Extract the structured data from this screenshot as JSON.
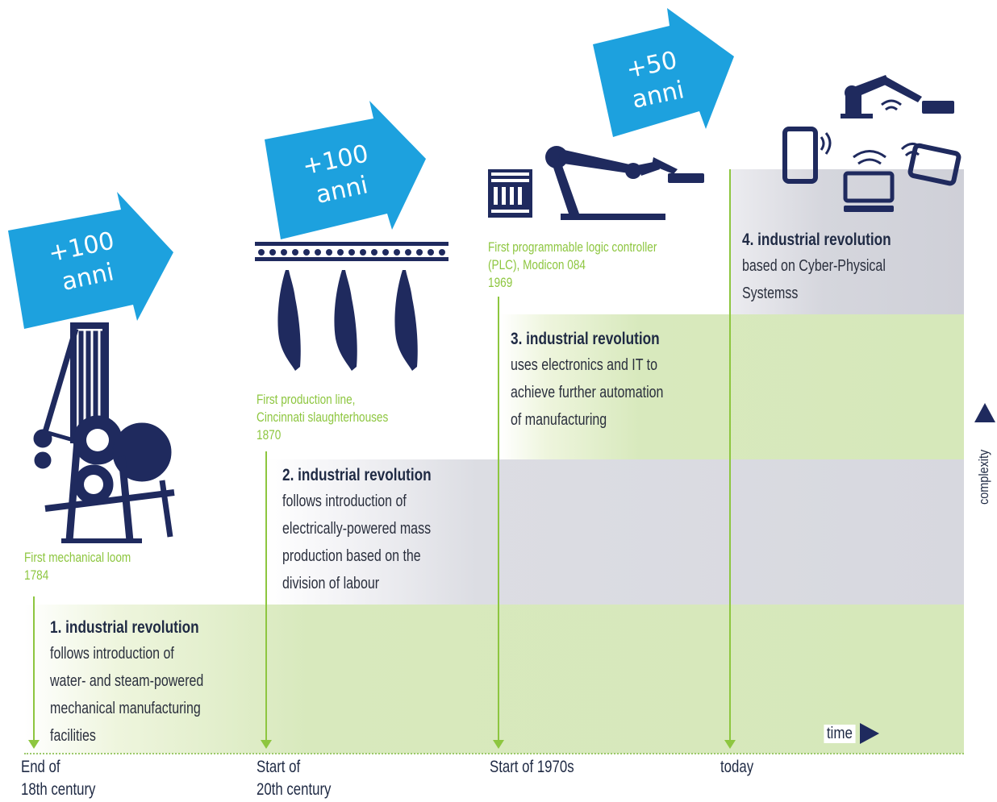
{
  "arrows": [
    {
      "label": "+100\nanni"
    },
    {
      "label": "+100\nanni"
    },
    {
      "label": "+50\nanni"
    }
  ],
  "revolutions": [
    {
      "title": "1. industrial revolution",
      "desc": "follows introduction of\nwater- and steam-powered\nmechanical manufacturing\nfacilities"
    },
    {
      "title": "2. industrial revolution",
      "desc": "follows introduction of\nelectrically-powered mass\nproduction based on the\ndivision of labour"
    },
    {
      "title": "3. industrial revolution",
      "desc": "uses electronics and IT to\nachieve further automation\nof manufacturing"
    },
    {
      "title": "4. industrial revolution",
      "desc": "based on Cyber-Physical\nSystemss"
    }
  ],
  "milestones": [
    {
      "note": "First mechanical loom\n1784"
    },
    {
      "note": "First production line,\nCincinnati slaughterhouses\n1870"
    },
    {
      "note": "First programmable logic controller\n(PLC), Modicon 084\n1969"
    }
  ],
  "timeline": [
    "End of\n18th century",
    "Start of\n20th century",
    "Start of 1970s",
    "today"
  ],
  "axis": {
    "time": "time",
    "complexity": "complexity"
  },
  "colors": {
    "arrow": "#1da1de",
    "navy": "#1f2a5e",
    "green": "#8dc63f"
  }
}
